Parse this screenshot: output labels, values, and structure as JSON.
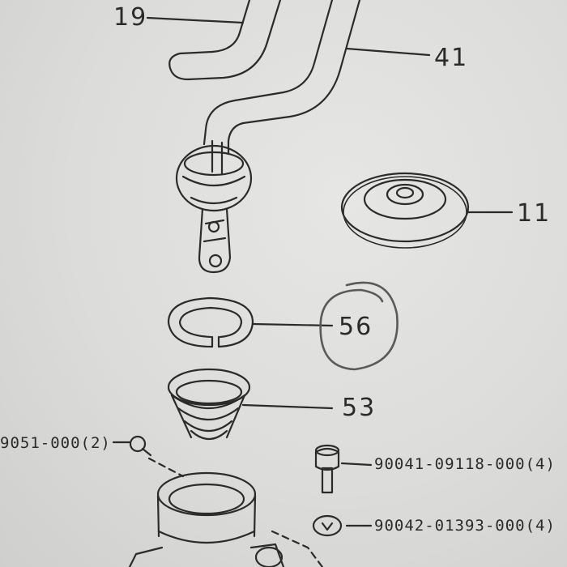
{
  "callouts": {
    "c19": "19",
    "c41": "41",
    "c11": "11",
    "c56": "56",
    "c53": "53",
    "bolt_left": "9051-000(2)",
    "bolt_right": "90041-09118-000(4)",
    "washer_right": "90042-01393-000(4)"
  },
  "colors": {
    "ink": "#2b2b2b",
    "pen_circle": "#5a5a5a",
    "paper": "#dcdcda"
  }
}
